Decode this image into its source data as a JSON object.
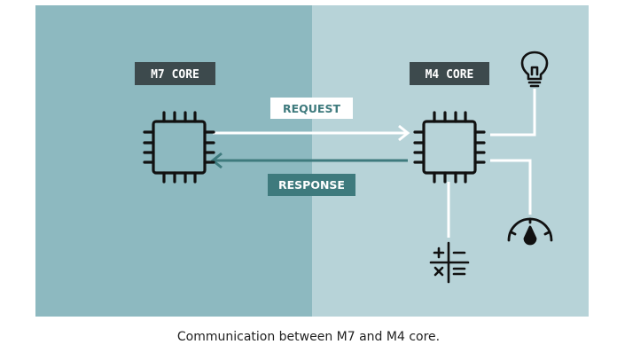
{
  "diagram": {
    "left_core_label": "M7 CORE",
    "right_core_label": "M4 CORE",
    "request_label": "REQUEST",
    "response_label": "RESPONSE",
    "icons": {
      "left_chip": "chip-icon",
      "right_chip": "chip-icon",
      "lightbulb": "lightbulb-icon",
      "gauge": "gauge-icon",
      "math": "math-operations-icon"
    },
    "colors": {
      "left_panel": "#8db9c0",
      "right_panel": "#b7d3d8",
      "label_dark": "#3d4a4d",
      "response_teal": "#3e7a7d",
      "line_white": "#ffffff",
      "icon_black": "#111111"
    }
  },
  "caption": {
    "text": "Communication between M7 and M4 core."
  }
}
